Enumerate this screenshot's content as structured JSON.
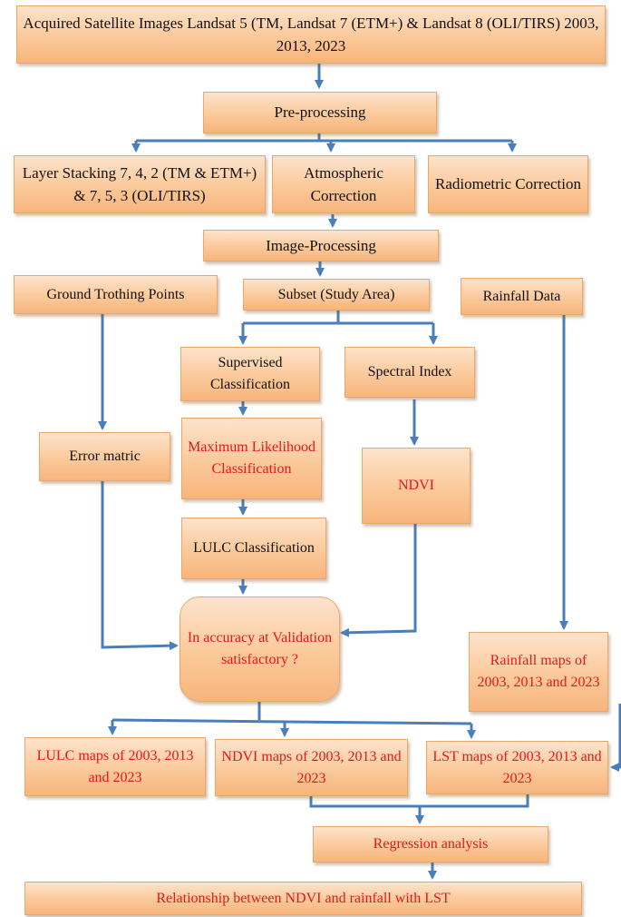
{
  "boxes": {
    "acquired": "Acquired Satellite Images Landsat 5 (TM, Landsat 7 (ETM+) & Landsat 8 (OLI/TIRS) 2003, 2013, 2023",
    "preprocessing": "Pre-processing",
    "layer_stacking": "Layer Stacking 7, 4, 2 (TM & ETM+) & 7, 5, 3 (OLI/TIRS)",
    "atmospheric": "Atmospheric Correction",
    "radiometric": "Radiometric Correction",
    "image_processing": "Image-Processing",
    "ground_truthing": "Ground Trothing Points",
    "subset": "Subset (Study Area)",
    "rainfall_data": "Rainfall Data",
    "supervised": "Supervised Classification",
    "spectral_index": "Spectral Index",
    "error_matrix": "Error matric",
    "max_likelihood": "Maximum Likelihood Classification",
    "ndvi": "NDVI",
    "lulc_classification": "LULC Classification",
    "accuracy": "In accuracy at Validation satisfactory ?",
    "rainfall_maps": "Rainfall maps of 2003, 2013 and 2023",
    "lulc_maps": "LULC maps of 2003, 2013 and 2023",
    "ndvi_maps": "NDVI maps of 2003, 2013 and 2023",
    "lst_maps": "LST maps of 2003, 2013 and 2023",
    "regression": "Regression analysis",
    "relationship": "Relationship between NDVI and rainfall with LST"
  },
  "colors": {
    "box_fill_top": "#fde3cc",
    "box_fill_bottom": "#f7b57d",
    "box_border": "#e8a86a",
    "arrow": "#4a7ebb",
    "highlight_text": "#e8161b"
  }
}
